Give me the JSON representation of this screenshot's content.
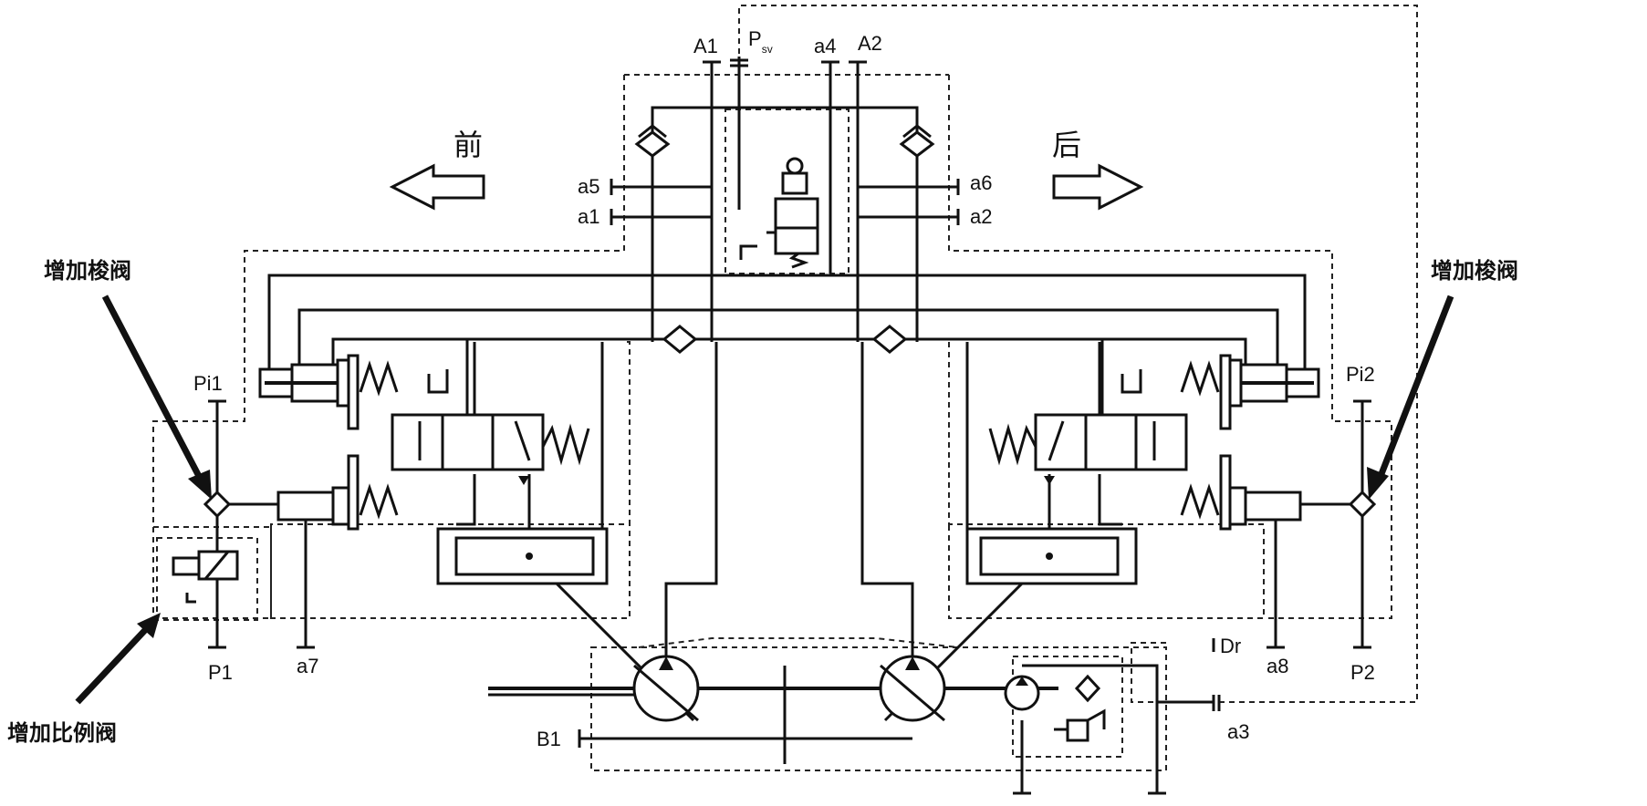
{
  "labels": {
    "A1": "A1",
    "Psv_main": "P",
    "Psv_sub": "sv",
    "a4": "a4",
    "A2": "A2",
    "a5": "a5",
    "a1": "a1",
    "a6": "a6",
    "a2": "a2",
    "Pi1": "Pi1",
    "Pi2": "Pi2",
    "P1": "P1",
    "a7": "a7",
    "a8": "a8",
    "P2": "P2",
    "Dr": "Dr",
    "B1": "B1",
    "a3": "a3"
  },
  "annotations": {
    "front": "前",
    "rear": "后",
    "shuttle_left": "增加梭阀",
    "shuttle_right": "增加梭阀",
    "proportional": "增加比例阀"
  }
}
